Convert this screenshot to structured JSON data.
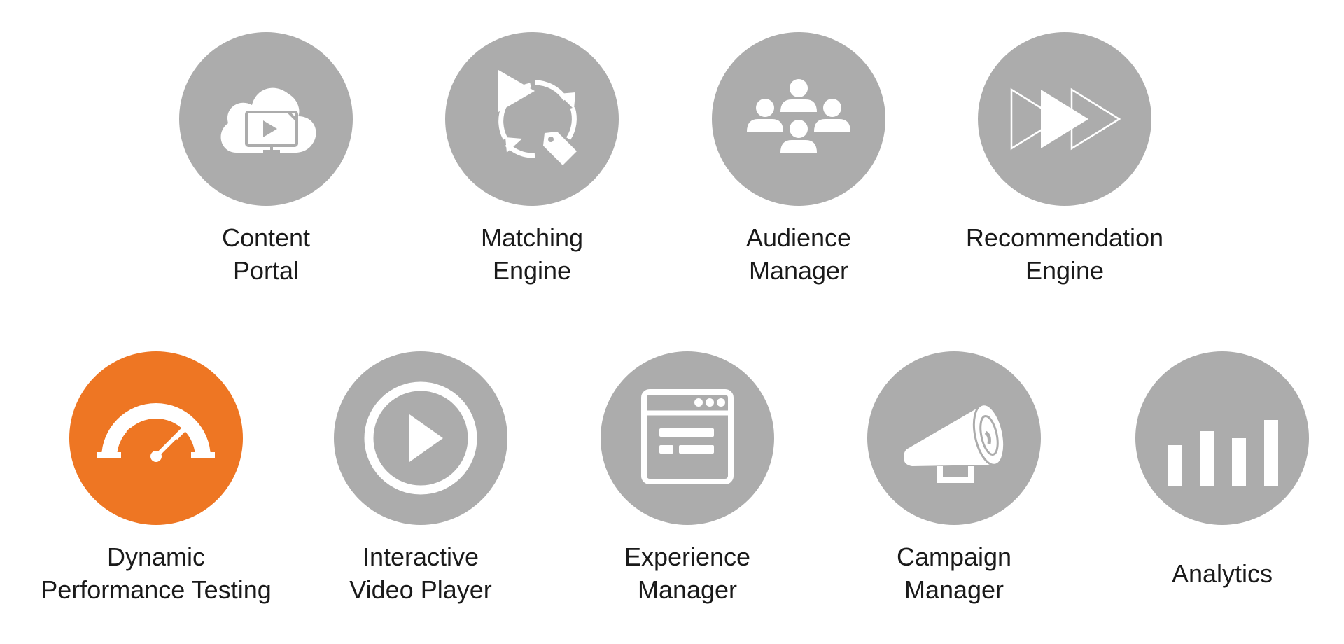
{
  "colors": {
    "inactive": "#acacac",
    "active": "#ee7623",
    "glyph": "#ffffff",
    "text": "#1a1a1a"
  },
  "modules": [
    {
      "id": "content-portal",
      "icon": "cloud-video-icon",
      "lines": [
        "Content",
        "Portal"
      ],
      "active": false
    },
    {
      "id": "matching-engine",
      "icon": "refresh-tag-icon",
      "lines": [
        "Matching",
        "Engine"
      ],
      "active": false
    },
    {
      "id": "audience-manager",
      "icon": "people-group-icon",
      "lines": [
        "Audience",
        "Manager"
      ],
      "active": false
    },
    {
      "id": "recommendation-engine",
      "icon": "fast-forward-icon",
      "lines": [
        "Recommendation",
        "Engine"
      ],
      "active": false
    },
    {
      "id": "dynamic-performance-testing",
      "icon": "speedometer-icon",
      "lines": [
        "Dynamic",
        "Performance Testing"
      ],
      "active": true
    },
    {
      "id": "interactive-video-player",
      "icon": "play-circle-icon",
      "lines": [
        "Interactive",
        "Video Player"
      ],
      "active": false
    },
    {
      "id": "experience-manager",
      "icon": "browser-window-icon",
      "lines": [
        "Experience",
        "Manager"
      ],
      "active": false
    },
    {
      "id": "campaign-manager",
      "icon": "megaphone-icon",
      "lines": [
        "Campaign",
        "Manager"
      ],
      "active": false
    },
    {
      "id": "analytics",
      "icon": "bar-chart-icon",
      "lines": [
        "Analytics"
      ],
      "active": false
    }
  ]
}
